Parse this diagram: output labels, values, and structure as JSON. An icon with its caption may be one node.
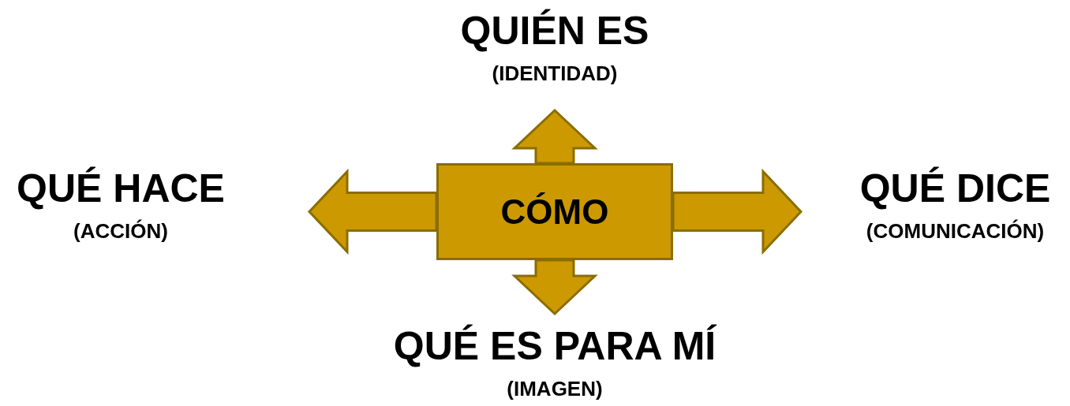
{
  "diagram": {
    "nodes": [
      {
        "text": [
          "CÓMO"
        ]
      },
      {
        "text": [
          "QUIÉN ES",
          "(IDENTIDAD)"
        ]
      },
      {
        "text": [
          "QUÉ HACE",
          "(ACCIÓN)"
        ]
      },
      {
        "text": [
          "QUÉ DICE",
          "(COMUNICACIÓN)"
        ]
      },
      {
        "text": [
          "QUÉ ES PARA MÍ",
          "(IMAGEN)"
        ]
      }
    ],
    "edges": [
      {
        "from": 0,
        "to": 1,
        "arrow": "to"
      },
      {
        "from": 0,
        "to": 2,
        "arrow": "to"
      },
      {
        "from": 0,
        "to": 3,
        "arrow": "to"
      },
      {
        "from": 0,
        "to": 4,
        "arrow": "to"
      }
    ]
  }
}
